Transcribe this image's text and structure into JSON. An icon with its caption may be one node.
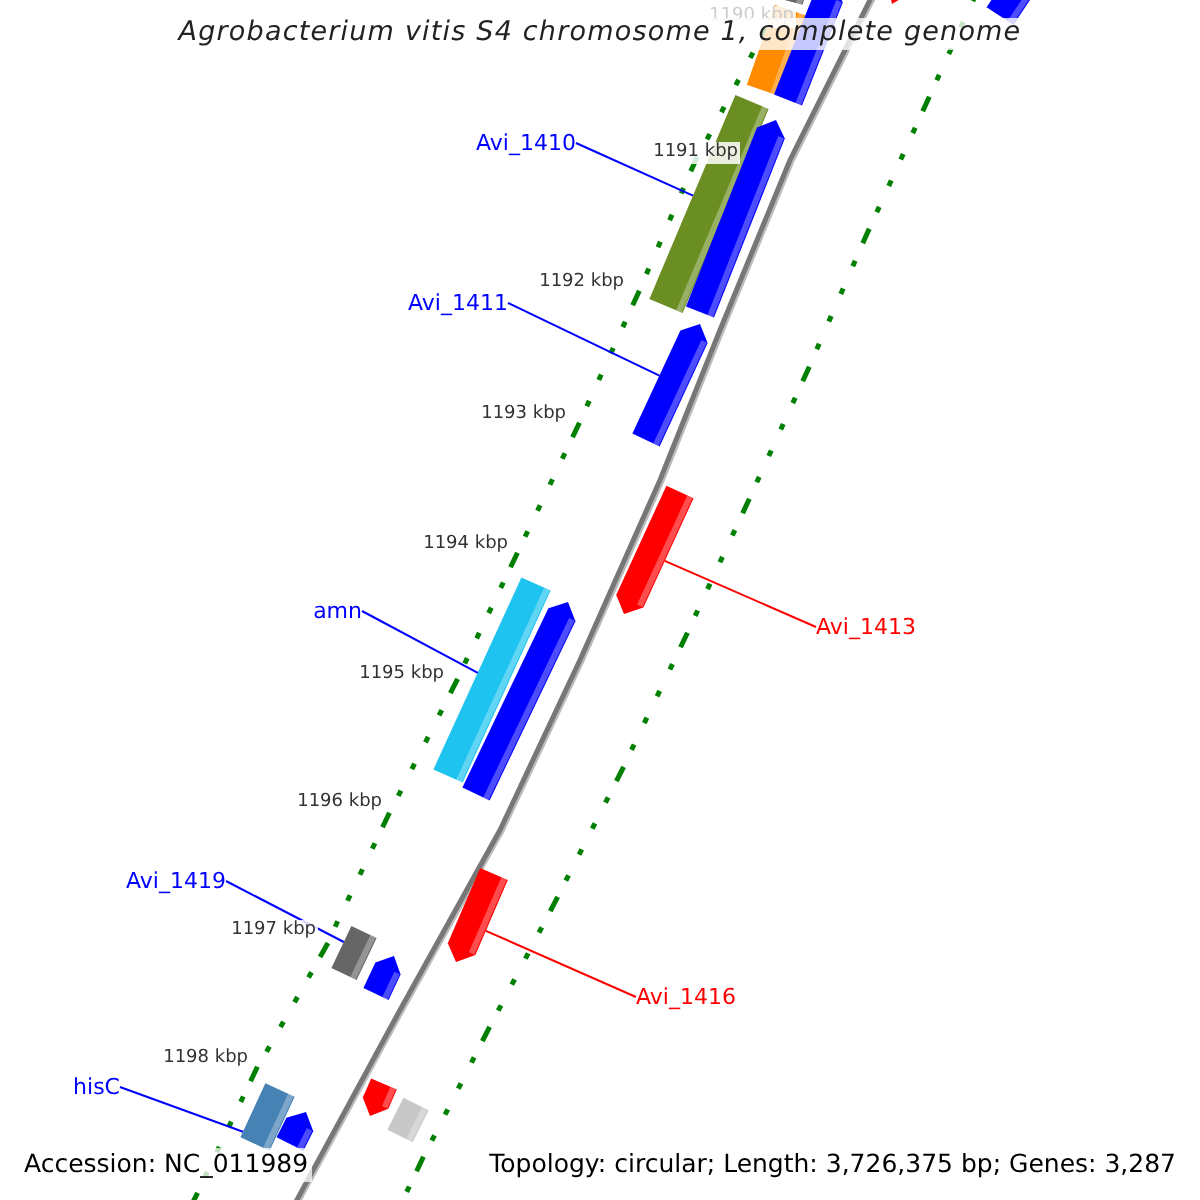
{
  "diagram": {
    "title": "Agrobacterium vitis S4 chromosome 1, complete genome",
    "nodes": [
      {
        "text": [],
        "shape": "bar"
      },
      {
        "text": [],
        "shape": "bar"
      },
      {
        "text": [],
        "shape": "bar"
      },
      {
        "text": [],
        "shape": "bar"
      },
      {
        "text": [],
        "shape": "bar"
      },
      {
        "text": [
          "Avi_1410"
        ]
      },
      {
        "text": [],
        "shape": "bar"
      },
      {
        "text": [],
        "shape": "bar"
      },
      {
        "text": [
          "Avi_1411"
        ]
      },
      {
        "text": [],
        "shape": "bar"
      },
      {
        "text": [],
        "shape": "bar"
      },
      {
        "text": [
          "Avi_1413"
        ]
      },
      {
        "text": [
          "amn"
        ]
      },
      {
        "text": [],
        "shape": "bar"
      },
      {
        "text": [],
        "shape": "bar"
      },
      {
        "text": [],
        "shape": "bar"
      },
      {
        "text": [
          "Avi_1419"
        ]
      },
      {
        "text": [],
        "shape": "bar"
      },
      {
        "text": [],
        "shape": "bar"
      },
      {
        "text": [
          "Avi_1416"
        ]
      },
      {
        "text": [],
        "shape": "bar"
      },
      {
        "text": [],
        "shape": "bar"
      },
      {
        "text": [
          "hisC"
        ]
      },
      {
        "text": [],
        "shape": "bar"
      },
      {
        "text": [],
        "shape": "bar"
      }
    ],
    "edges": [
      {
        "from": 5,
        "to": 6,
        "arrow": "none"
      },
      {
        "from": 8,
        "to": 9,
        "arrow": "none"
      },
      {
        "from": 11,
        "to": 10,
        "arrow": "none",
        "color": "#ff0000"
      },
      {
        "from": 12,
        "to": 13,
        "arrow": "none"
      },
      {
        "from": 16,
        "to": 17,
        "arrow": "none"
      },
      {
        "from": 19,
        "to": 15,
        "arrow": "none",
        "color": "#ff0000"
      },
      {
        "from": 22,
        "to": 23,
        "arrow": "none"
      }
    ],
    "labels": [
      "1190 kbp",
      "1191 kbp",
      "1192 kbp",
      "1193 kbp",
      "1194 kbp",
      "1195 kbp",
      "1196 kbp",
      "1197 kbp",
      "1198 kbp",
      "Accession: NC_011989",
      "Topology: circular; Length: 3,726,375 bp; Genes: 3,287"
    ]
  }
}
